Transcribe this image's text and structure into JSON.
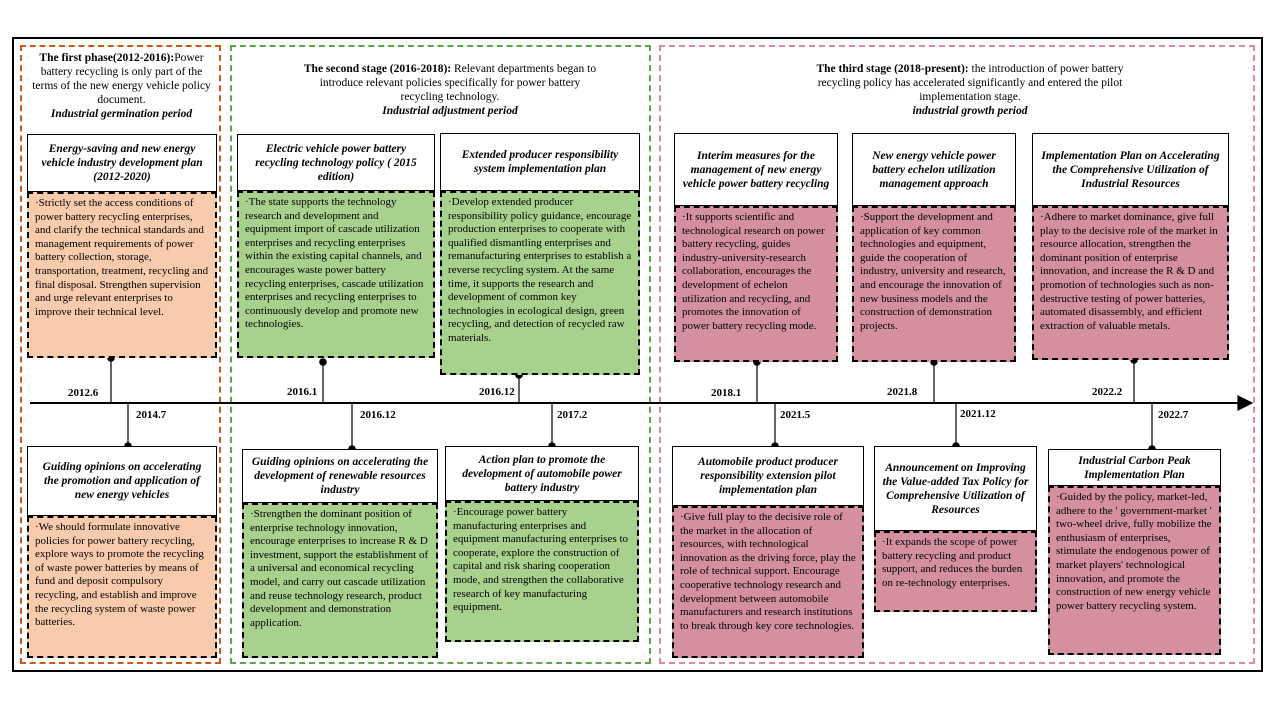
{
  "phases": [
    {
      "lead": "The first phase(2012-2016):",
      "text": "Power battery recycling is only part of the terms of the new energy vehicle policy document.",
      "period": "Industrial germination period"
    },
    {
      "lead": "The second stage (2016-2018):",
      "text": "Relevant departments began to introduce relevant policies specifically for power battery recycling technology.",
      "period": "Industrial adjustment period"
    },
    {
      "lead": "The third stage (2018-present):",
      "text": "the introduction of power battery recycling policy has accelerated significantly and entered the pilot implementation stage.",
      "period": "industrial growth period"
    }
  ],
  "timeline": {
    "years_above": [
      "2012.6",
      "2016.1",
      "2016.12",
      "2018.1",
      "2021.8",
      "2022.2"
    ],
    "years_below": [
      "2014.7",
      "2016.12",
      "2017.2",
      "2021.5",
      "2021.12",
      "2022.7"
    ]
  },
  "policies_top": [
    {
      "title": "Energy-saving and new energy vehicle industry development plan (2012-2020)",
      "body": "·Strictly set the access conditions of power battery recycling enterprises, and clarify the technical standards and management requirements of power battery collection, storage, transportation, treatment, recycling and final disposal. Strengthen supervision and urge relevant enterprises to improve their technical level."
    },
    {
      "title": "Electric vehicle power battery recycling technology policy ( 2015 edition)",
      "body": "·The state supports the technology research and development and equipment import of cascade utilization enterprises and recycling enterprises within the existing capital channels, and encourages waste power battery recycling enterprises, cascade utilization enterprises and recycling enterprises to continuously develop and promote new technologies."
    },
    {
      "title": "Extended producer responsibility system implementation plan",
      "body": "·Develop extended producer responsibility policy guidance, encourage production enterprises to cooperate with qualified dismantling enterprises and remanufacturing enterprises to establish a reverse recycling system. At the same time, it supports the research and development of common key technologies in ecological design, green recycling, and detection of recycled raw materials."
    },
    {
      "title": "Interim measures for the management of new energy vehicle power battery recycling",
      "body": "·It supports scientific and technological research on power battery recycling, guides industry-university-research collaboration, encourages the development of echelon utilization and recycling, and promotes the innovation of power battery recycling mode."
    },
    {
      "title": "New energy vehicle power battery echelon utilization management approach",
      "body": "·Support the development and application of key common technologies and equipment, guide the cooperation of industry, university and research, and encourage the innovation of new business models and the construction of demonstration projects."
    },
    {
      "title": "Implementation Plan on Accelerating the Comprehensive Utilization of Industrial Resources",
      "body": "·Adhere to market dominance, give full play to the decisive role of the market in resource allocation, strengthen the dominant position of enterprise innovation, and increase the R & D and promotion of technologies such as non-destructive testing of power batteries, automated disassembly, and efficient extraction of valuable metals."
    }
  ],
  "policies_bottom": [
    {
      "title": "Guiding opinions on accelerating the promotion and application of new energy vehicles",
      "body": "·We should formulate innovative policies for power battery recycling, explore ways to promote the recycling of waste power batteries by means of fund and deposit compulsory recycling, and establish and improve the recycling system of waste power batteries."
    },
    {
      "title": "Guiding opinions on accelerating the development of renewable resources industry",
      "body": "·Strengthen the dominant position of enterprise technology innovation, encourage enterprises to increase R & D investment, support the establishment of a universal and economical recycling model, and carry out cascade utilization and reuse technology research, product development and demonstration application."
    },
    {
      "title": "Action plan to promote the development of automobile power battery industry",
      "body": "·Encourage power battery manufacturing enterprises and equipment manufacturing enterprises to cooperate, explore the construction of capital and risk sharing cooperation mode, and strengthen the collaborative research of key manufacturing equipment."
    },
    {
      "title": "Automobile product producer responsibility extension pilot implementation plan",
      "body": "·Give full play to the decisive role of the market in the allocation of resources, with technological innovation as the driving force, play the role of technical support. Encourage cooperative technology research and development between automobile manufacturers and research institutions to break through key core technologies."
    },
    {
      "title": "Announcement on Improving the Value-added Tax Policy for Comprehensive Utilization of Resources",
      "body": "·It expands the scope of power battery recycling and product support, and reduces the burden on re-technology enterprises."
    },
    {
      "title": "Industrial Carbon Peak Implementation Plan",
      "body": "·Guided by the policy, market-led, adhere to the ' government-market ' two-wheel drive, fully mobilize the enthusiasm of enterprises, stimulate the endogenous power of market players' technological innovation, and promote the construction of new energy vehicle power battery recycling system."
    }
  ],
  "colors": {
    "phase1": "#f8cbad",
    "phase2": "#a9d18e",
    "phase3": "#d5909f"
  }
}
